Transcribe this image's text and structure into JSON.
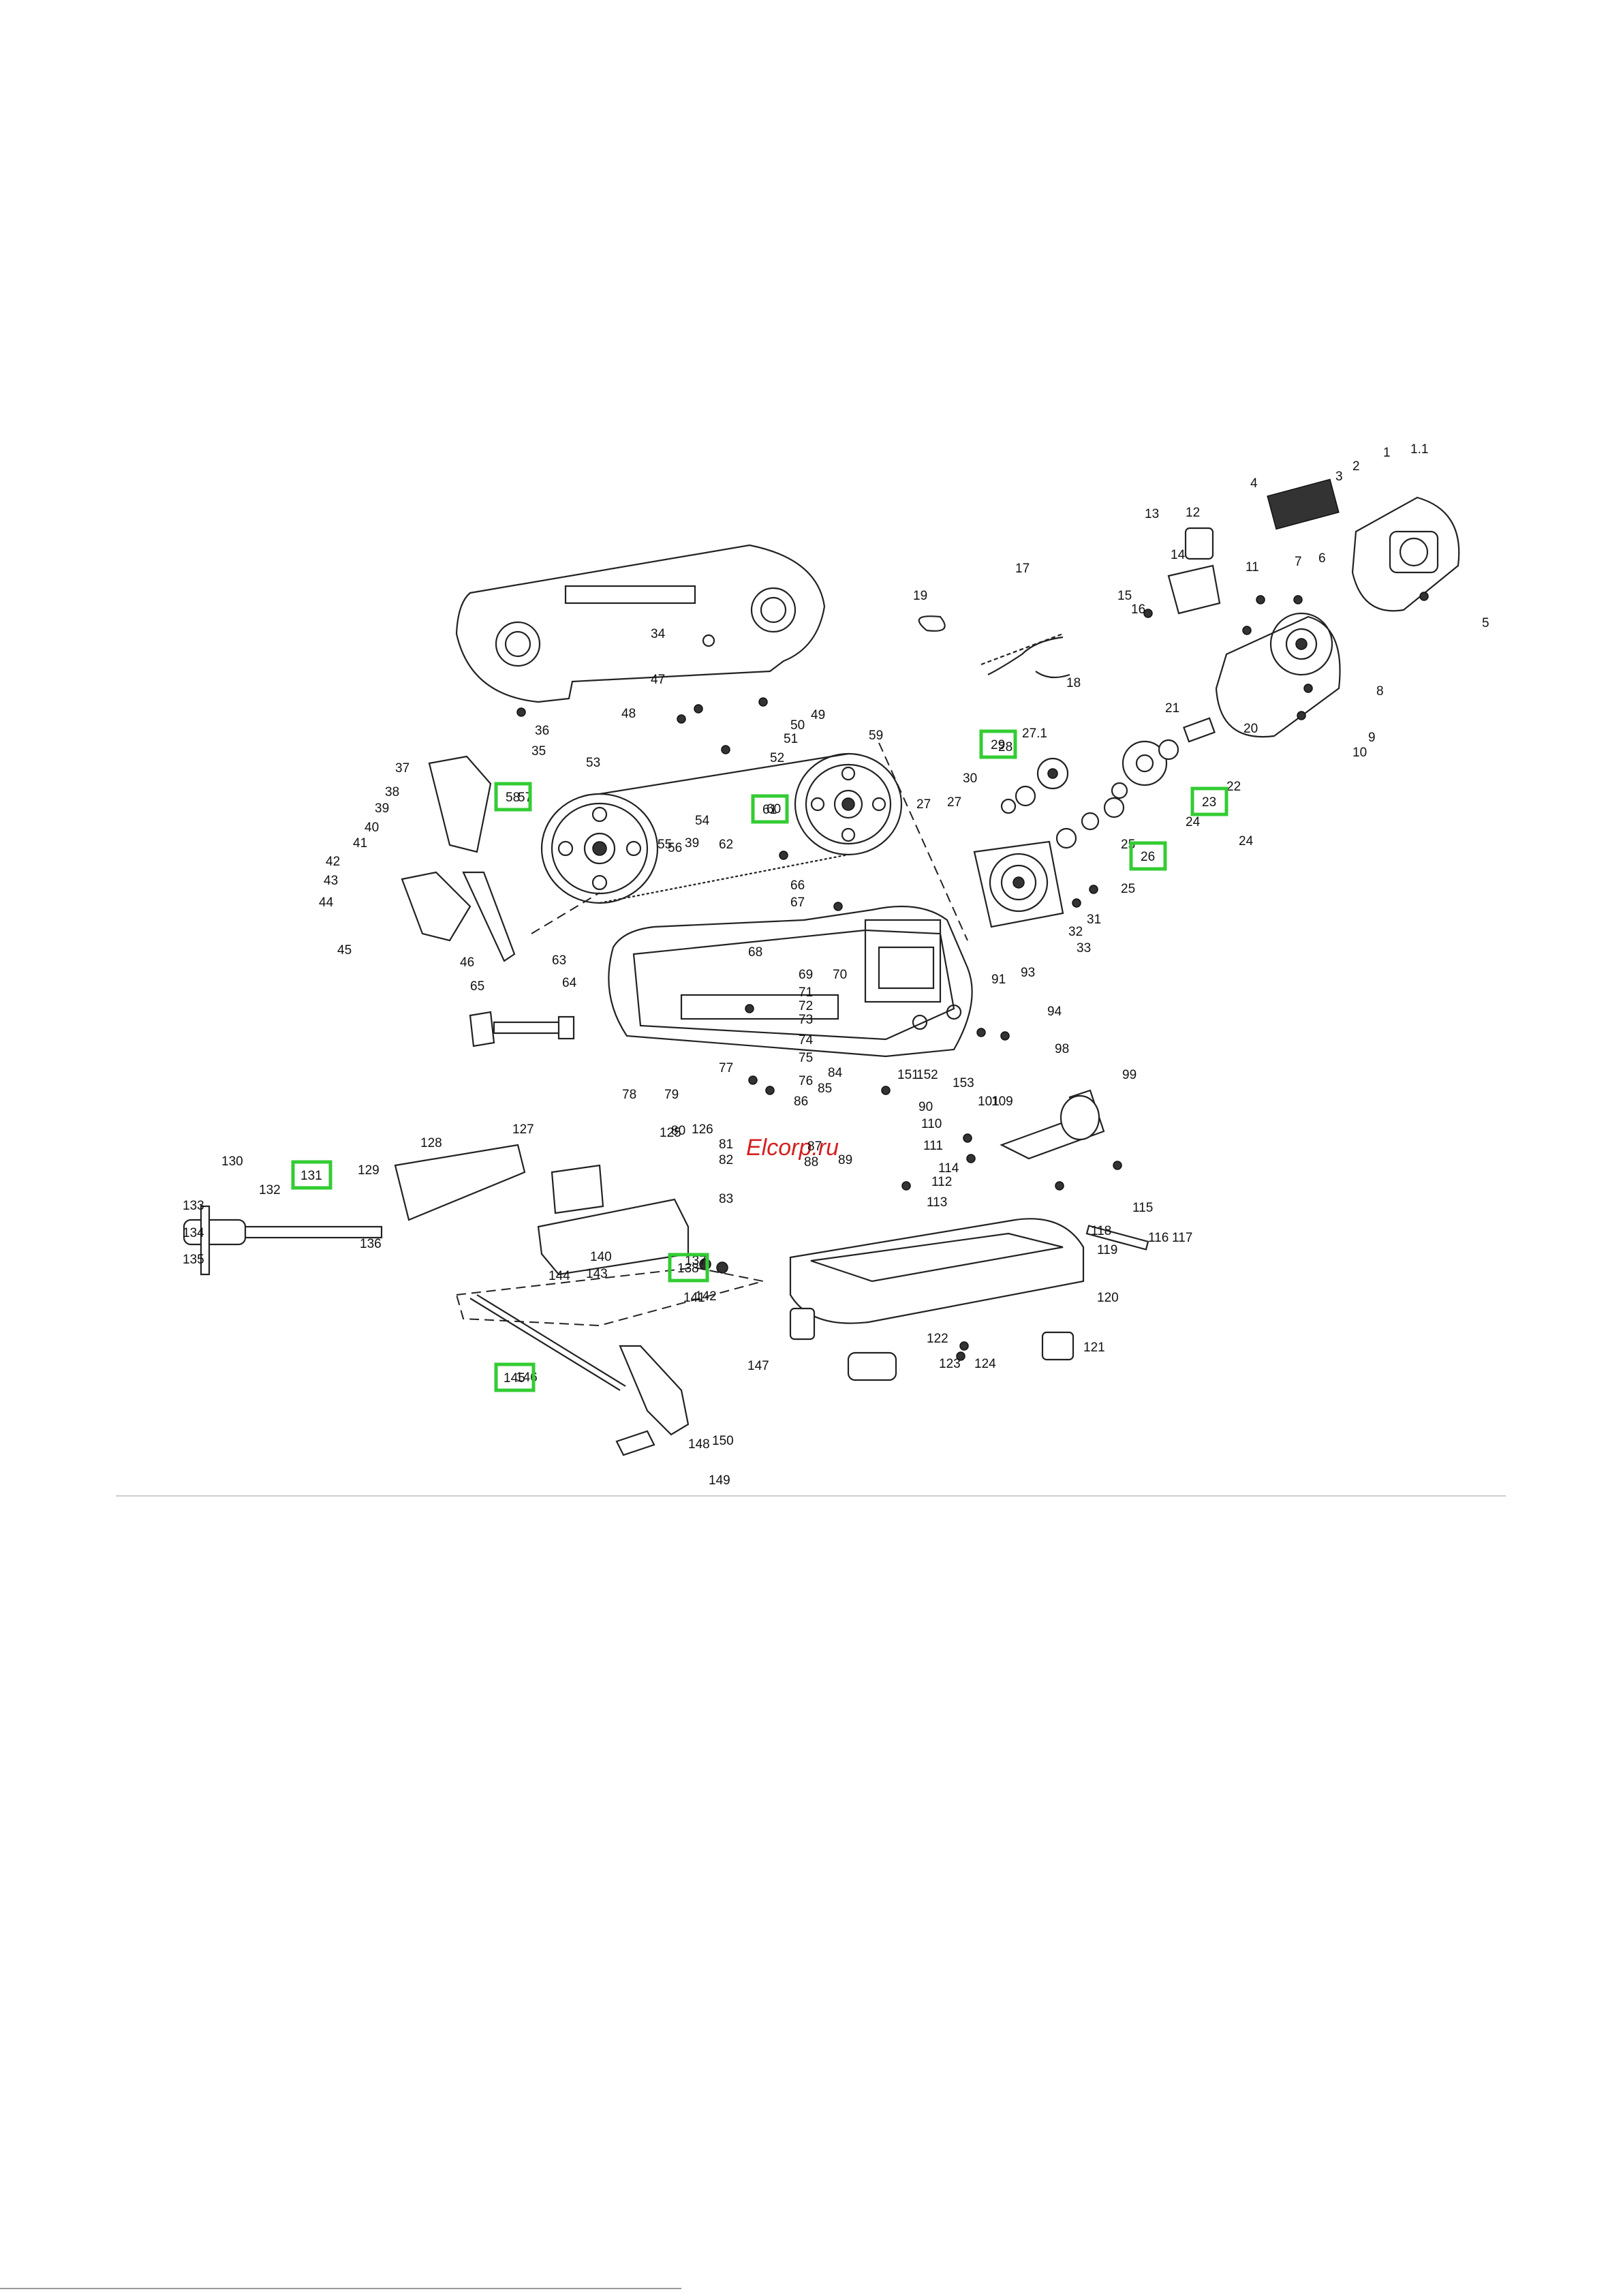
{
  "diagram": {
    "watermark": "Elcorp.ru",
    "highlighted_parts": [
      "23",
      "26",
      "29",
      "58",
      "61",
      "131",
      "138",
      "145"
    ],
    "callouts": [
      "1",
      "1.1",
      "2",
      "3",
      "4",
      "5",
      "6",
      "7",
      "8",
      "9",
      "10",
      "11",
      "12",
      "13",
      "14",
      "15",
      "16",
      "17",
      "18",
      "19",
      "20",
      "21",
      "22",
      "23",
      "24",
      "24",
      "25",
      "25",
      "26",
      "27",
      "27",
      "27.1",
      "28",
      "29",
      "30",
      "31",
      "32",
      "33",
      "34",
      "35",
      "36",
      "37",
      "38",
      "39",
      "39",
      "40",
      "41",
      "42",
      "43",
      "44",
      "45",
      "46",
      "47",
      "48",
      "49",
      "50",
      "51",
      "52",
      "53",
      "54",
      "55",
      "56",
      "57",
      "58",
      "59",
      "60",
      "61",
      "62",
      "63",
      "64",
      "65",
      "66",
      "67",
      "68",
      "69",
      "70",
      "71",
      "72",
      "73",
      "74",
      "75",
      "76",
      "77",
      "78",
      "79",
      "80",
      "81",
      "82",
      "83",
      "84",
      "85",
      "86",
      "87",
      "88",
      "89",
      "90",
      "91",
      "93",
      "94",
      "98",
      "99",
      "101",
      "109",
      "110",
      "111",
      "112",
      "113",
      "114",
      "115",
      "116",
      "117",
      "118",
      "119",
      "120",
      "121",
      "122",
      "123",
      "124",
      "125",
      "126",
      "127",
      "128",
      "129",
      "130",
      "131",
      "132",
      "133",
      "134",
      "135",
      "136",
      "137",
      "138",
      "140",
      "141",
      "142",
      "143",
      "144",
      "145",
      "146",
      "147",
      "148",
      "149",
      "150",
      "151",
      "152",
      "153"
    ]
  }
}
